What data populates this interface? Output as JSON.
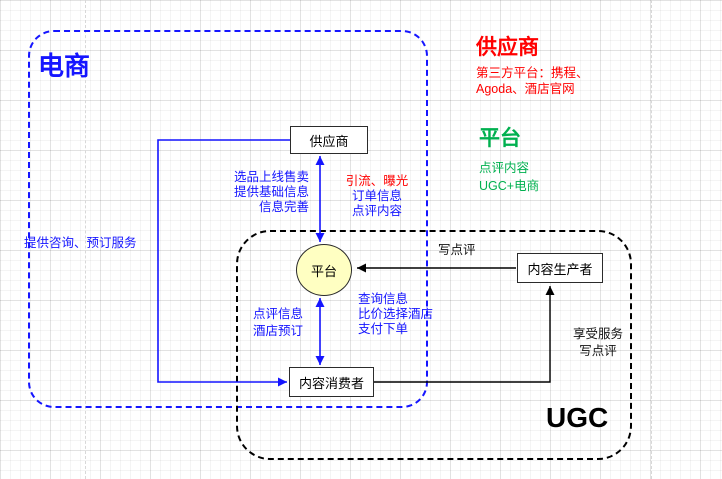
{
  "regions": {
    "ecommerce": {
      "label": "电商"
    },
    "ugc": {
      "label": "UGC"
    }
  },
  "nodes": {
    "supplier": {
      "label": "供应商"
    },
    "platform": {
      "label": "平台"
    },
    "producer": {
      "label": "内容生产者"
    },
    "consumer": {
      "label": "内容消费者"
    }
  },
  "edges": {
    "supplier_to_platform": {
      "lines": [
        "选品上线售卖",
        "提供基础信息",
        "信息完善"
      ]
    },
    "platform_to_supplier": {
      "lines": [
        "引流、曝光",
        "订单信息",
        "点评内容"
      ]
    },
    "supplier_to_consumer": {
      "label": "提供咨询、预订服务"
    },
    "producer_to_platform": {
      "label": "写点评"
    },
    "consumer_to_platform": {
      "lines": [
        "点评信息",
        "酒店预订"
      ]
    },
    "platform_to_consumer": {
      "lines": [
        "查询信息",
        "比价选择酒店",
        "支付下单"
      ]
    },
    "consumer_to_producer": {
      "lines": [
        "享受服务",
        "写点评"
      ]
    }
  },
  "annotations": {
    "supplier": {
      "title": "供应商",
      "desc_lines": [
        "第三方平台：携程、",
        "Agoda、酒店官网"
      ]
    },
    "platform": {
      "title": "平台",
      "desc_lines": [
        "点评内容",
        "UGC+电商"
      ]
    }
  },
  "colors": {
    "blue": "#1515ff",
    "red": "#ff0000",
    "green": "#00b04f",
    "node-fill": "#ffffc2",
    "line-black": "#000000"
  }
}
